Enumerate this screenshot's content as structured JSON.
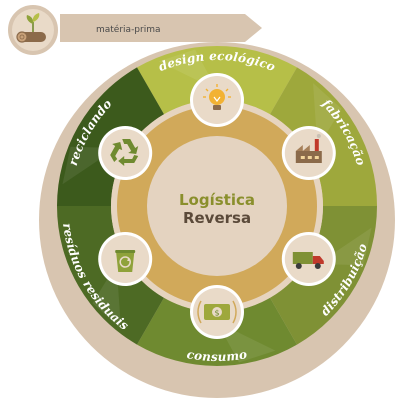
{
  "raw_material_label": "matéria-prima",
  "center": {
    "line1": "Logística",
    "line2": "Reversa"
  },
  "segments": [
    {
      "label": "design ecológico",
      "icon": "lightbulb-icon"
    },
    {
      "label": "fabricação",
      "icon": "factory-icon"
    },
    {
      "label": "distribuição",
      "icon": "truck-icon"
    },
    {
      "label": "consumo",
      "icon": "money-icon"
    },
    {
      "label": "resíduos residuais",
      "icon": "recycle-bin-icon"
    },
    {
      "label": "reciclando",
      "icon": "recycle-icon"
    }
  ],
  "colors": {
    "outer_ring": "#d8c5b0",
    "inner_ring": "#d1a95a",
    "center_disc": "#e4d3c0",
    "node_fill": "#e9dac8",
    "segment_colors": [
      "#b6bf48",
      "#9ea83c",
      "#7f9135",
      "#6f8a30",
      "#4d6a24",
      "#3c5a1c"
    ]
  }
}
